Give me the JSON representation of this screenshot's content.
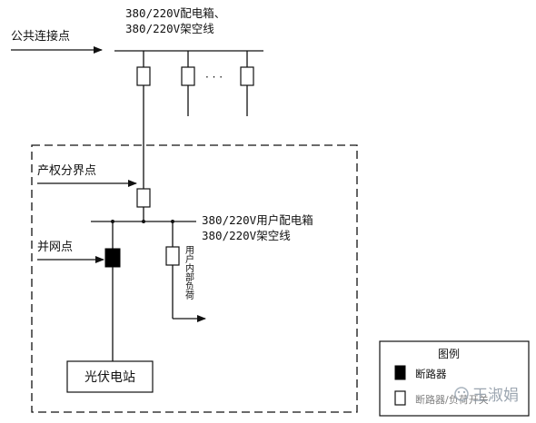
{
  "labels": {
    "grid_bus": "380/220V配电箱、",
    "grid_bus_line2": "380/220V架空线",
    "public_connection": "公共连接点",
    "property_boundary": "产权分界点",
    "user_bus": "380/220V用户配电箱",
    "user_bus_line2": "380/220V架空线",
    "grid_connection": "并网点",
    "internal_load": "用户内部负荷",
    "pv_station": "光伏电站",
    "ellipsis": "· · ·"
  },
  "legend": {
    "title": "图例",
    "breaker": "断路器",
    "breaker_load_switch": "断路器/负荷开关"
  },
  "watermark": "王淑娟",
  "colors": {
    "line": "#111111",
    "breaker_fill": "#000000",
    "background": "#ffffff"
  }
}
